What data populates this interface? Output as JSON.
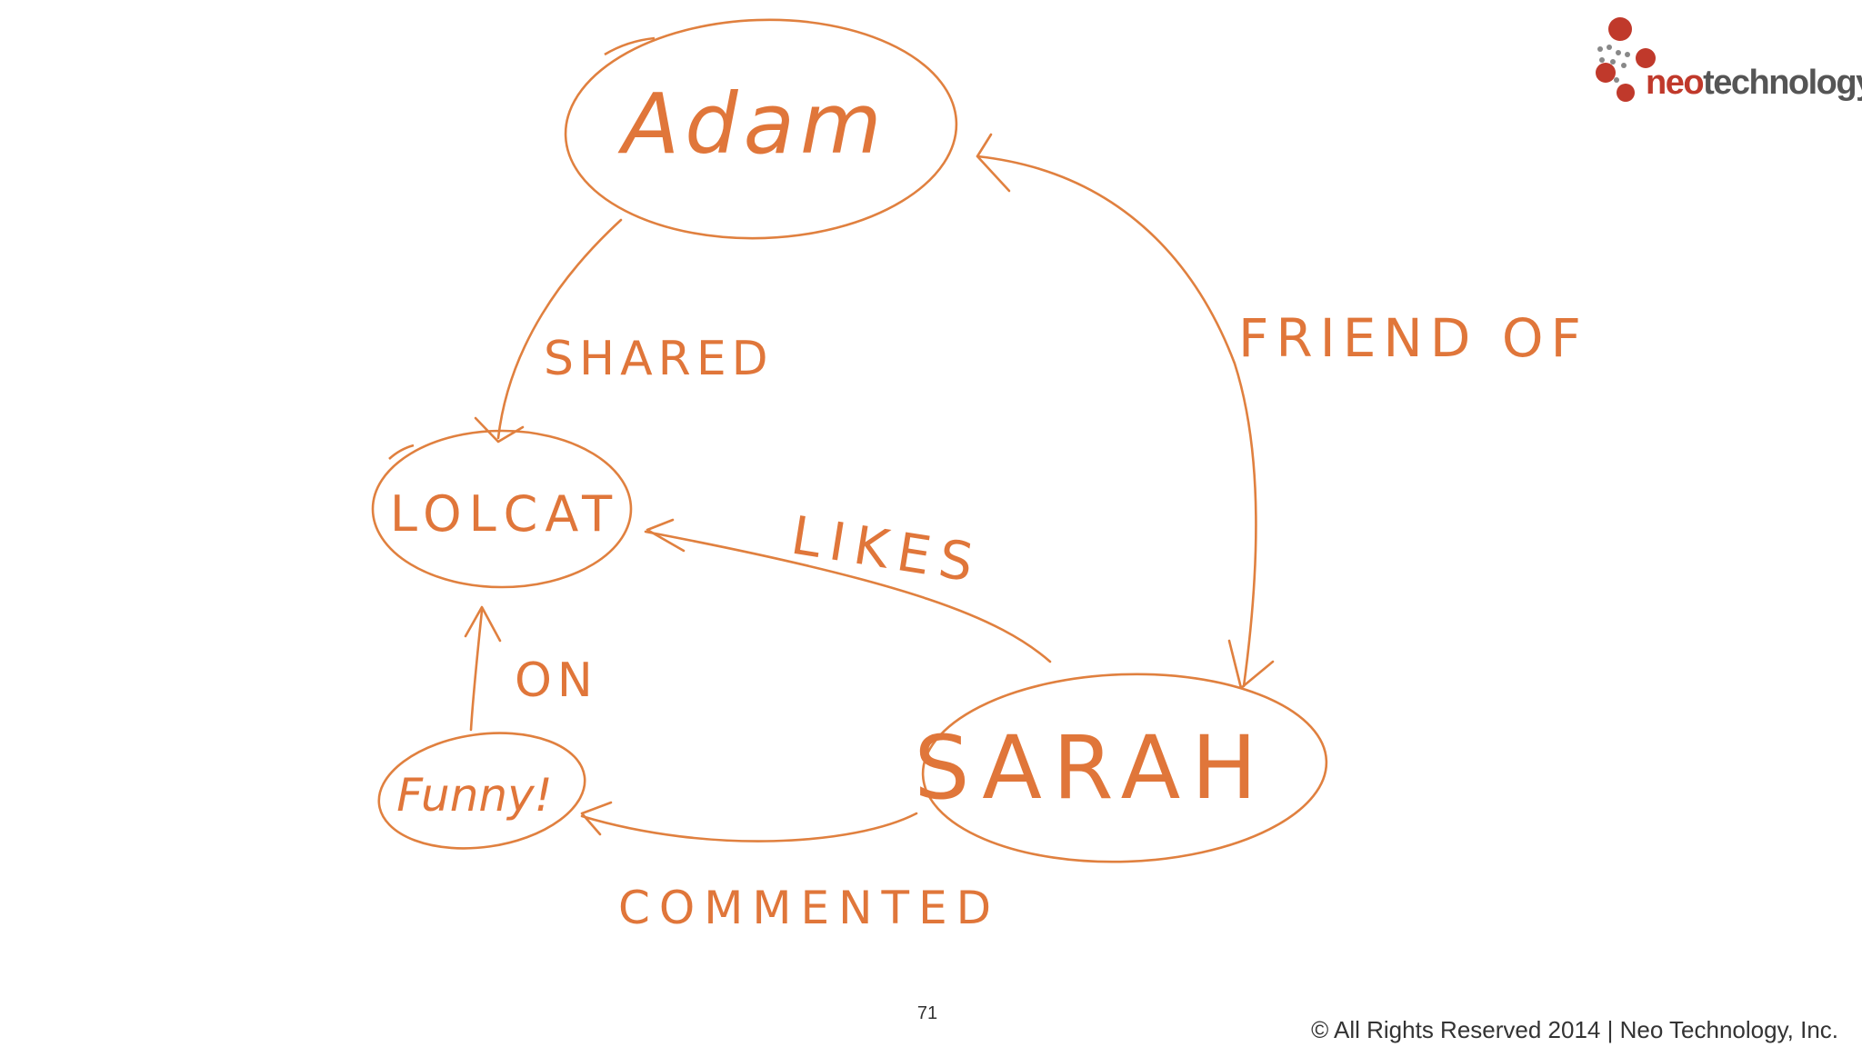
{
  "diagram": {
    "nodes": {
      "adam": "Adam",
      "lolcat": "LOLCAT",
      "funny": "Funny!",
      "sarah": "SARAH"
    },
    "edges": {
      "shared": "SHARED",
      "friend_of": "FRIEND OF",
      "likes": "LIKES",
      "on": "ON",
      "commented": "COMMENTED"
    }
  },
  "logo": {
    "neo": "neo",
    "technology": "technology"
  },
  "footer": {
    "page_number": "71",
    "copyright": "© All Rights Reserved 2014 | Neo Technology, Inc."
  },
  "colors": {
    "ink": "#e0803f",
    "logo_red": "#c0392b",
    "logo_gray": "#555555"
  }
}
